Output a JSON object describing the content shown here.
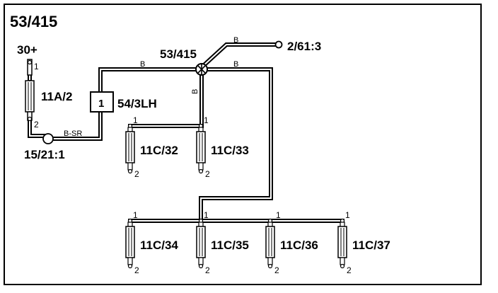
{
  "title": "53/415",
  "colors": {
    "line": "#000000",
    "background": "#ffffff"
  },
  "labels": {
    "supply": "30+",
    "fuse": "11A/2",
    "connector_15": "15/21:1",
    "module_pin": "1",
    "module": "54/3LH",
    "splice": "53/415",
    "connector_2": "2/61:3"
  },
  "wire_colors": {
    "supply_to_module": "B-SR",
    "module_to_splice": "B",
    "splice_to_2_61": "B",
    "splice_to_bottom": "B",
    "splice_to_upper": "B"
  },
  "connectors": [
    {
      "name": "11C/32",
      "pin_top": "1",
      "pin_bottom": "2"
    },
    {
      "name": "11C/33",
      "pin_top": "1",
      "pin_bottom": "2"
    },
    {
      "name": "11C/34",
      "pin_top": "1",
      "pin_bottom": "2"
    },
    {
      "name": "11C/35",
      "pin_top": "1",
      "pin_bottom": "2"
    },
    {
      "name": "11C/36",
      "pin_top": "1",
      "pin_bottom": "2"
    },
    {
      "name": "11C/37",
      "pin_top": "1",
      "pin_bottom": "2"
    }
  ],
  "fuse_pins": {
    "top": "1",
    "bottom": "2"
  }
}
